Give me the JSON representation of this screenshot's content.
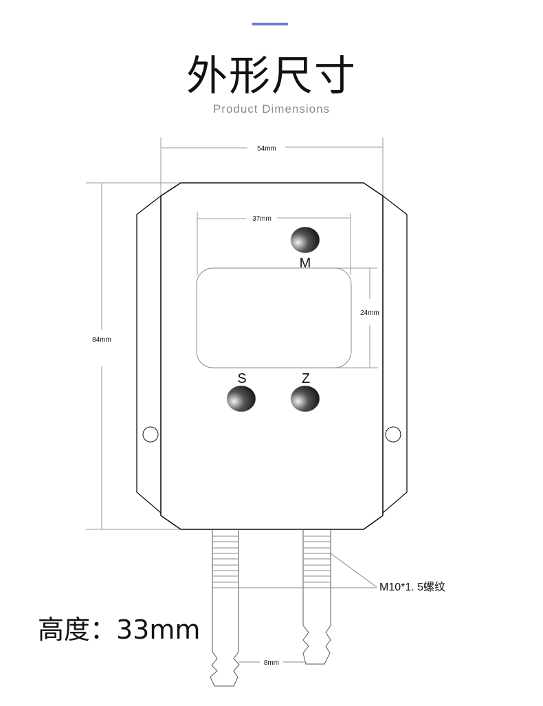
{
  "header": {
    "title": "外形尺寸",
    "subtitle": "Product Dimensions",
    "accent_color": "#6b7bd0"
  },
  "dimensions": {
    "width": "54mm",
    "height": "84mm",
    "screen_width": "37mm",
    "screen_height": "24mm",
    "pipe_spacing": "8mm",
    "thread": "M10*1. 5螺纹",
    "depth": "高度：33mm"
  },
  "buttons": {
    "m": "M",
    "s": "S",
    "z": "Z"
  }
}
